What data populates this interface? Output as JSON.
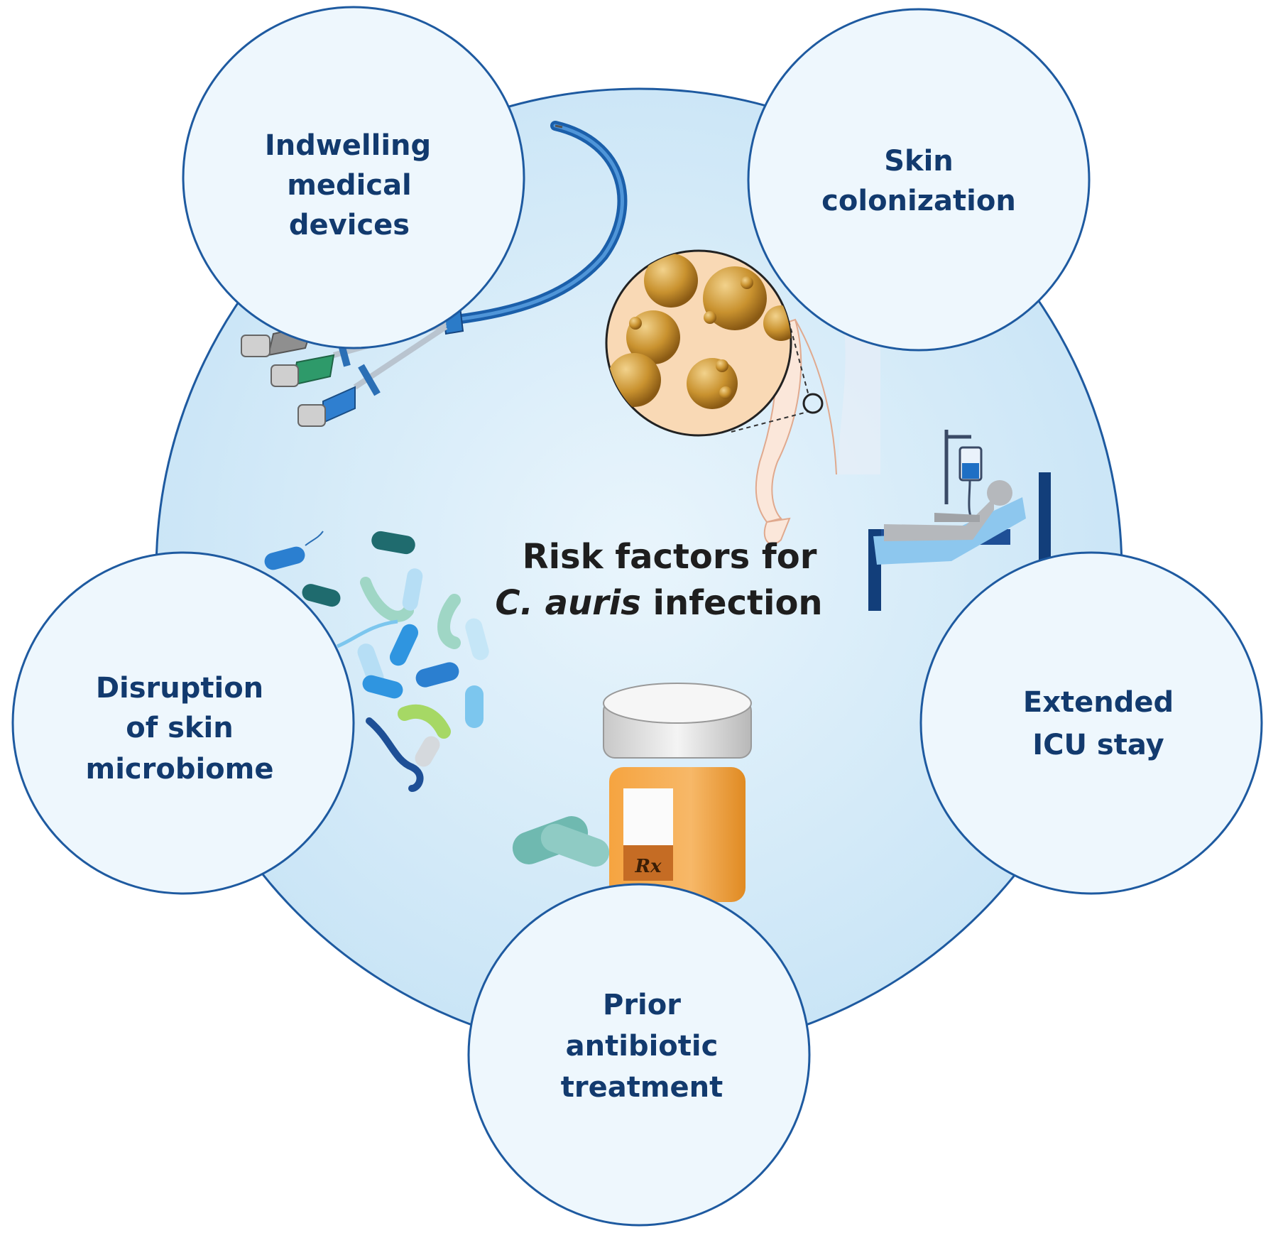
{
  "center": {
    "line1": "Risk factors for",
    "line2_italic": "C. auris",
    "line2_rest": " infection"
  },
  "factors": {
    "indwelling": {
      "line1": "Indwelling",
      "line2": "medical",
      "line3": "devices"
    },
    "skin_colonization": {
      "line1": "Skin",
      "line2": "colonization"
    },
    "icu": {
      "line1": "Extended",
      "line2": "ICU stay"
    },
    "antibiotic": {
      "line1": "Prior",
      "line2": "antibiotic",
      "line3": "treatment"
    },
    "microbiome": {
      "line1": "Disruption",
      "line2": "of skin",
      "line3": "microbiome"
    }
  },
  "rx_label": "Rx",
  "colors": {
    "circle_stroke": "#1e5aa0",
    "circle_fill": "#eef7fd",
    "center_fill": "#cfe8f7",
    "label_text": "#123a6e",
    "center_text": "#1e1e1e"
  }
}
